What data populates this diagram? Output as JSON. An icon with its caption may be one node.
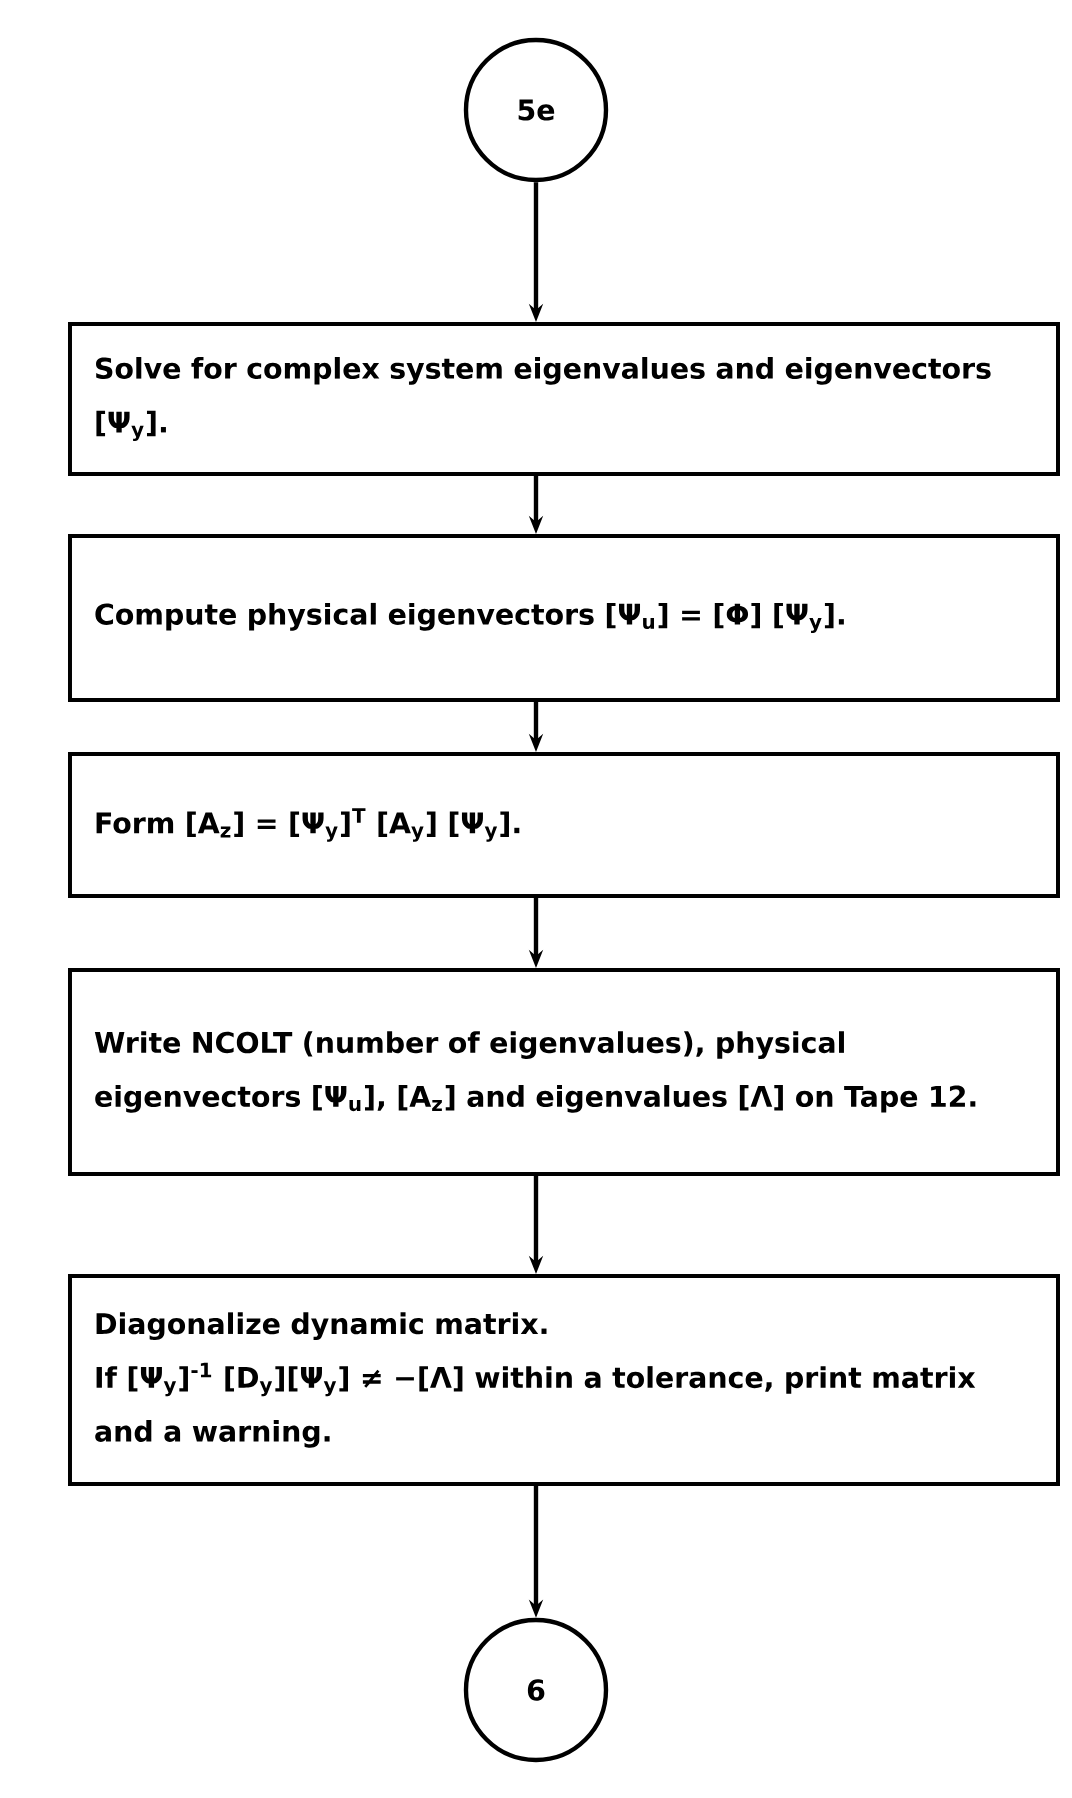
{
  "diagram": {
    "nodes": [
      {
        "text": [
          "5e"
        ]
      },
      {
        "text": [
          "Solve for complex system eigenvalues and eigenvectors [Ψ$_{y}$]."
        ]
      },
      {
        "text": [
          "Compute physical eigenvectors [Ψ$_{u}$] = [Φ] [Ψ$_{y}$]."
        ]
      },
      {
        "text": [
          "Form [A$_{z}$] = [Ψ$_{y}$]$^{T}$ [A$_{y}$] [Ψ$_{y}$]."
        ]
      },
      {
        "text": [
          "Write NCOLT (number of eigenvalues), physical eigenvectors [Ψ$_{u}$], [A$_{z}$] and eigenvalues [Λ] on Tape 12."
        ]
      },
      {
        "text": [
          "Diagonalize dynamic matrix.",
          "If [Ψ$_{y}$]$^{-1}$ [D$_{y}$][Ψ$_{y}$] ≠ −[Λ] within a tolerance, print matrix and a warning."
        ]
      },
      {
        "text": [
          "6"
        ]
      }
    ],
    "edges": [
      {
        "from": 0,
        "to": 1,
        "arrow": "to"
      },
      {
        "from": 1,
        "to": 2,
        "arrow": "to"
      },
      {
        "from": 2,
        "to": 3,
        "arrow": "to"
      },
      {
        "from": 3,
        "to": 4,
        "arrow": "to"
      },
      {
        "from": 4,
        "to": 5,
        "arrow": "to"
      },
      {
        "from": 5,
        "to": 6,
        "arrow": "to"
      }
    ]
  }
}
